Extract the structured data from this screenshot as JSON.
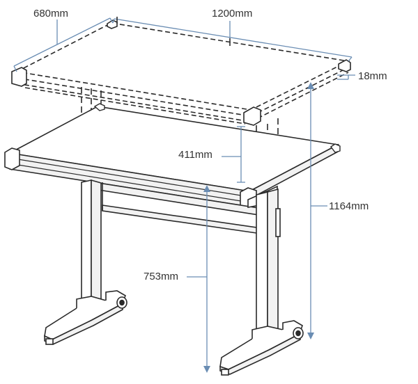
{
  "dimensions": {
    "depth": "680mm",
    "width": "1200mm",
    "thickness": "18mm",
    "gap": "411mm",
    "max_height": "1164mm",
    "min_height": "753mm"
  },
  "colors": {
    "outline": "#2a2a2a",
    "dimension_line": "#6a8db3",
    "label": "#333333",
    "frame_fill": "#f2f2f2",
    "top_fill": "#ffffff"
  }
}
